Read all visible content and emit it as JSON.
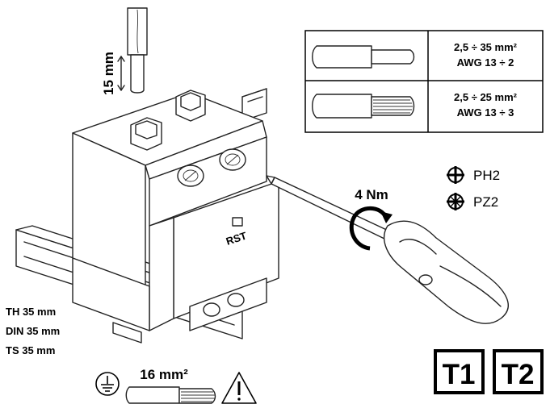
{
  "wire_strip": {
    "length": "15 mm"
  },
  "wire_table": {
    "rows": [
      {
        "icon": "solid-wire-icon",
        "line1": "2,5 ÷ 35 mm²",
        "line2": "AWG 13 ÷ 2"
      },
      {
        "icon": "stranded-wire-icon",
        "line1": "2,5 ÷ 25 mm²",
        "line2": "AWG 13 ÷ 3"
      }
    ]
  },
  "torque": {
    "value": "4 Nm"
  },
  "screwdriver_types": [
    {
      "icon": "phillips-icon",
      "label": "PH2"
    },
    {
      "icon": "pozidriv-icon",
      "label": "PZ2"
    }
  ],
  "device": {
    "brand": "RST"
  },
  "din_rail": {
    "lines": [
      "TH 35 mm",
      "DIN 35 mm",
      "TS 35 mm"
    ]
  },
  "earth": {
    "size": "16 mm²"
  },
  "class_badges": [
    "T1",
    "T2"
  ]
}
